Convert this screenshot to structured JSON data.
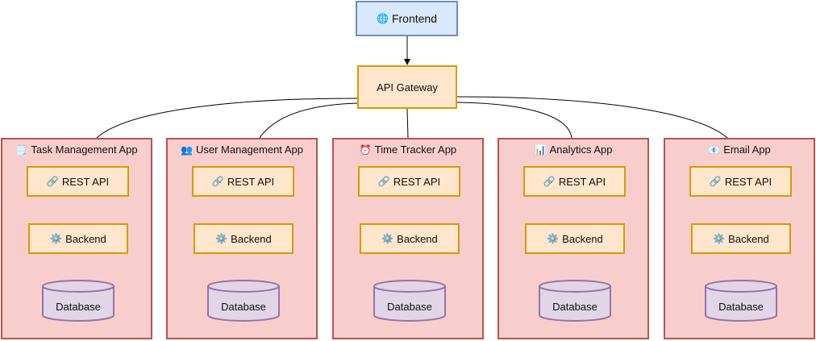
{
  "frontend": {
    "icon": "🌐",
    "icon_name": "globe-icon",
    "label": "Frontend"
  },
  "gateway": {
    "label": "API Gateway"
  },
  "apps": [
    {
      "title": "Task Management App",
      "icon": "🗒️",
      "icon_name": "notepad-icon",
      "rest": "REST API",
      "rest_icon": "🔗",
      "backend": "Backend",
      "backend_icon": "⚙️",
      "db": "Database"
    },
    {
      "title": "User Management App",
      "icon": "👥",
      "icon_name": "users-icon",
      "rest": "REST API",
      "rest_icon": "🔗",
      "backend": "Backend",
      "backend_icon": "⚙️",
      "db": "Database"
    },
    {
      "title": "Time Tracker App",
      "icon": "⏰",
      "icon_name": "alarm-clock-icon",
      "rest": "REST API",
      "rest_icon": "🔗",
      "backend": "Backend",
      "backend_icon": "⚙️",
      "db": "Database"
    },
    {
      "title": "Analytics App",
      "icon": "📊",
      "icon_name": "bar-chart-icon",
      "rest": "REST API",
      "rest_icon": "🔗",
      "backend": "Backend",
      "backend_icon": "⚙️",
      "db": "Database"
    },
    {
      "title": "Email App",
      "icon": "📧",
      "icon_name": "email-icon",
      "rest": "REST API",
      "rest_icon": "🔗",
      "backend": "Backend",
      "backend_icon": "⚙️",
      "db": "Database"
    }
  ],
  "colors": {
    "frontend_fill": "#dae8fc",
    "frontend_stroke": "#6c8ebf",
    "orange_fill": "#ffe6cc",
    "orange_stroke": "#d79b00",
    "app_fill": "#f8cecc",
    "app_stroke": "#b85450",
    "db_fill": "#e1d5e7",
    "db_stroke": "#9673a6"
  }
}
